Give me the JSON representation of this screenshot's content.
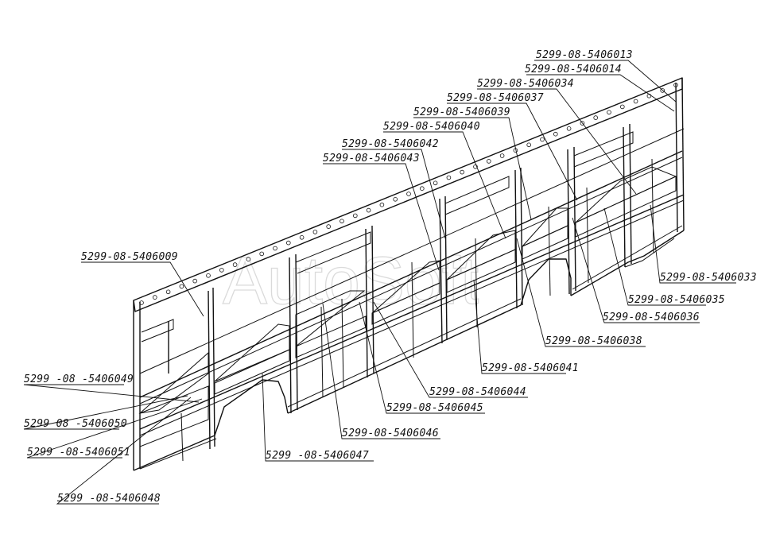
{
  "watermark": "AutoSoft",
  "part_labels": [
    {
      "id": "013",
      "text": "5299-08-5406013"
    },
    {
      "id": "014",
      "text": "5299-08-5406014"
    },
    {
      "id": "034",
      "text": "5299-08-5406034"
    },
    {
      "id": "037",
      "text": "5299-08-5406037"
    },
    {
      "id": "039",
      "text": "5299-08-5406039"
    },
    {
      "id": "040",
      "text": "5299-08-5406040"
    },
    {
      "id": "042",
      "text": "5299-08-5406042"
    },
    {
      "id": "043",
      "text": "5299-08-5406043"
    },
    {
      "id": "009",
      "text": "5299-08-5406009"
    },
    {
      "id": "033",
      "text": "5299-08-5406033"
    },
    {
      "id": "035",
      "text": "5299-08-5406035"
    },
    {
      "id": "036",
      "text": "5299-08-5406036"
    },
    {
      "id": "038",
      "text": "5299-08-5406038"
    },
    {
      "id": "041",
      "text": "5299-08-5406041"
    },
    {
      "id": "044",
      "text": "5299-08-5406044"
    },
    {
      "id": "045",
      "text": "5299-08-5406045"
    },
    {
      "id": "046",
      "text": "5299-08-5406046"
    },
    {
      "id": "047",
      "text": "5299 -08-5406047"
    },
    {
      "id": "049",
      "text": "5299 -08 -5406049"
    },
    {
      "id": "050",
      "text": "5299 08 -5406050"
    },
    {
      "id": "051",
      "text": "5299 -08-5406051"
    },
    {
      "id": "048",
      "text": "5299 -08-5406048"
    }
  ]
}
